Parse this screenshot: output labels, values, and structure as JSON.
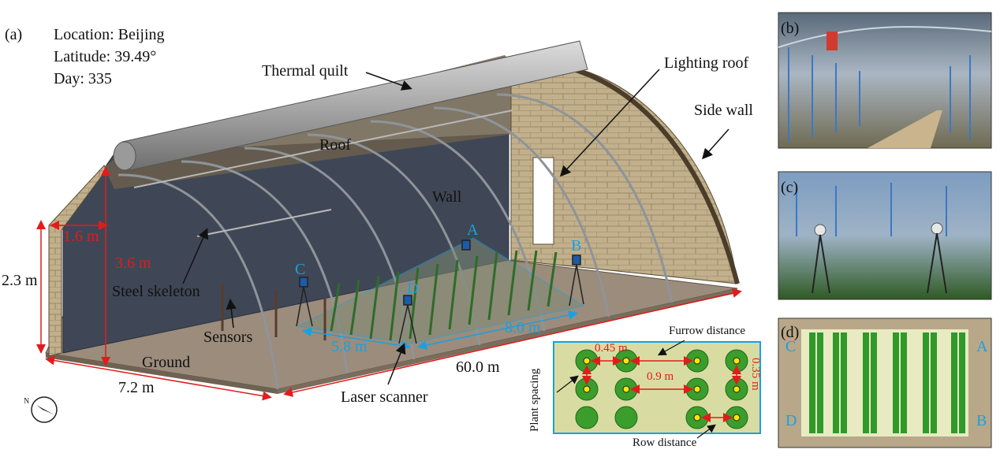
{
  "panel_a": {
    "tag": "(a)",
    "info": [
      "Location: Beijing",
      "Latitude: 39.49°",
      "Day: 335"
    ],
    "labels": {
      "thermal_quilt": "Thermal quilt",
      "lighting_roof": "Lighting roof",
      "side_wall": "Side wall",
      "roof": "Roof",
      "wall": "Wall",
      "steel_skeleton": "Steel skeleton",
      "sensors": "Sensors",
      "ground": "Ground",
      "laser_scanner": "Laser scanner"
    },
    "dimensions": {
      "d_1_6": "1.6 m",
      "d_3_6": "3.6 m",
      "d_2_3": "2.3 m",
      "d_7_2": "7.2 m",
      "d_60": "60.0 m",
      "d_5_8": "5.8 m",
      "d_8_0": "8.0 m"
    },
    "scanners": {
      "a": "A",
      "b": "B",
      "c": "C",
      "d": "D"
    },
    "compass_letter": "N"
  },
  "inset": {
    "furrow_distance": "Furrow distance",
    "plant_spacing": "Plant spacing",
    "row_distance": "Row distance",
    "d_0_45": "0.45 m",
    "d_0_9": "0.9 m",
    "d_0_35": "0.35 m"
  },
  "panel_b": {
    "tag": "(b)"
  },
  "panel_c": {
    "tag": "(c)"
  },
  "panel_d": {
    "tag": "(d)",
    "corners": {
      "a": "A",
      "b": "B",
      "c": "C",
      "d": "D"
    }
  },
  "colors": {
    "dimension": "#e21b1b",
    "scanner_label": "#1aa0e0",
    "wall": "#3f4756",
    "ground": "#9b8c7c",
    "brick": "#bfae8a",
    "inset_bg": "#d9dca2"
  }
}
